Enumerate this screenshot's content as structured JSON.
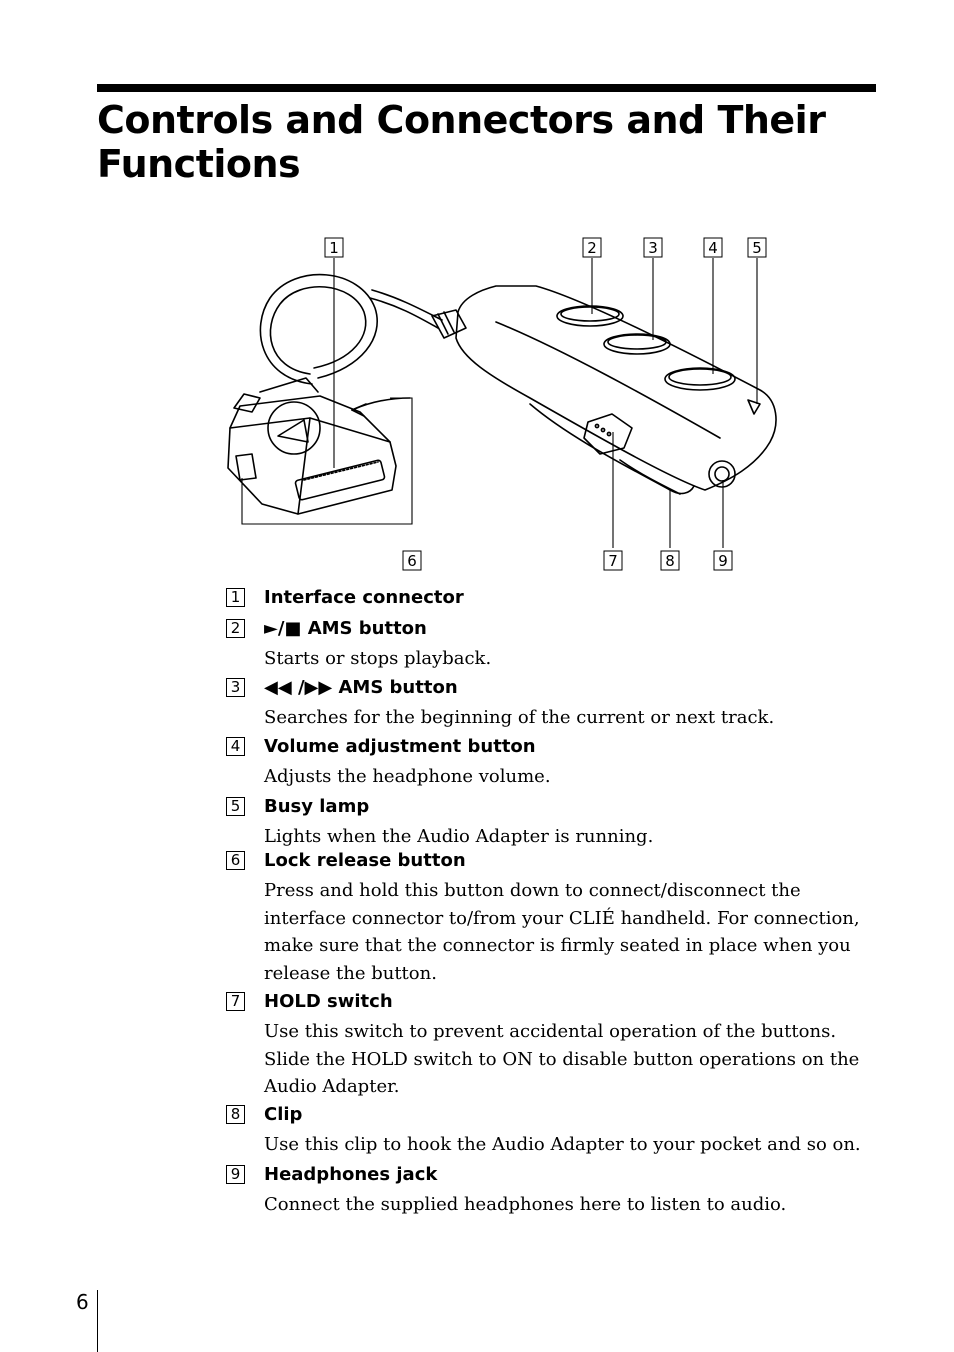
{
  "page": {
    "title": "Controls and Connectors and Their Functions",
    "page_number": "6"
  },
  "items": [
    {
      "num": "1",
      "head": "Interface connector",
      "desc": ""
    },
    {
      "num": "2",
      "head": "►/■ AMS button",
      "desc": "Starts or stops playback."
    },
    {
      "num": "3",
      "head": "◀◀ /▶▶ AMS button",
      "desc": "Searches for the beginning of the current or next track."
    },
    {
      "num": "4",
      "head": "Volume adjustment button",
      "desc": "Adjusts the headphone volume."
    },
    {
      "num": "5",
      "head": "Busy lamp",
      "desc": "Lights when the Audio Adapter is running."
    },
    {
      "num": "6",
      "head": "Lock release button",
      "desc": "Press and hold this button down to connect/disconnect the interface connector to/from your CLIÉ handheld. For connection, make sure that the connector is firmly seated in place when you release the button."
    },
    {
      "num": "7",
      "head": "HOLD switch",
      "desc": "Use this switch to prevent accidental operation of the buttons. Slide the HOLD switch to ON to disable button operations on the Audio Adapter."
    },
    {
      "num": "8",
      "head": "Clip",
      "desc": "Use this clip to hook the Audio Adapter to your pocket and so on."
    },
    {
      "num": "9",
      "head": "Headphones jack",
      "desc": "Connect the supplied headphones here to listen to audio."
    }
  ],
  "figure": {
    "callouts": [
      "1",
      "2",
      "3",
      "4",
      "5",
      "6",
      "7",
      "8",
      "9"
    ]
  }
}
